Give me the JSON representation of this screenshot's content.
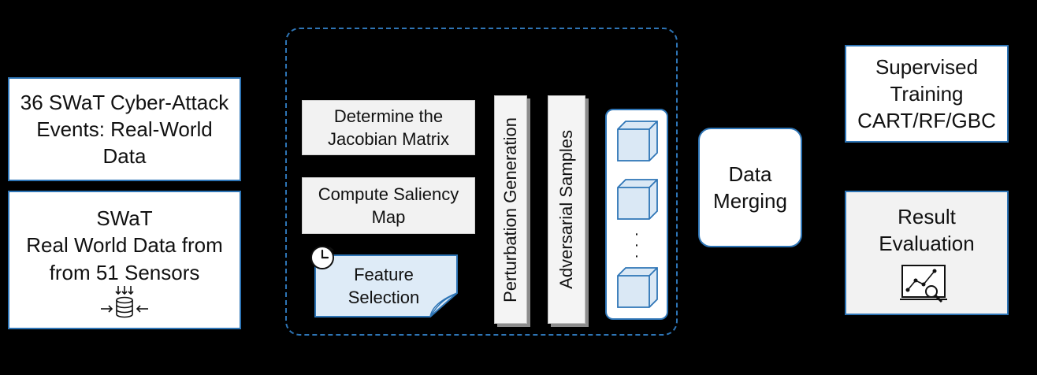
{
  "sources": {
    "attack_events": [
      "36 SWaT Cyber-Attack",
      "Events: Real-World",
      "Data"
    ],
    "real_world": [
      "SWaT",
      "Real World Data from",
      "from 51 Sensors"
    ]
  },
  "pipeline": {
    "jacobian": [
      "Determine the",
      "Jacobian Matrix"
    ],
    "saliency": [
      "Compute Saliency",
      "Map"
    ],
    "feature": [
      "Feature",
      "Selection"
    ],
    "perturbation": "Perturbation Generation",
    "adversarial": "Adversarial Samples",
    "dots": [
      "·",
      "·",
      "·"
    ]
  },
  "merging": [
    "Data",
    "Merging"
  ],
  "training": [
    "Supervised",
    "Training",
    "CART/RF/GBC"
  ],
  "evaluation": [
    "Result",
    "Evaluation"
  ],
  "icons": {
    "database": "database-sensors-icon",
    "clock": "clock-icon",
    "analytics": "chart-magnifier-icon",
    "cube": "cube-icon"
  },
  "colors": {
    "background": "#000000",
    "accent_blue": "#2e75b6",
    "cube_fill": "#dae8f5",
    "gray_box": "#f2f2f2",
    "note_fill": "#deebf7"
  }
}
